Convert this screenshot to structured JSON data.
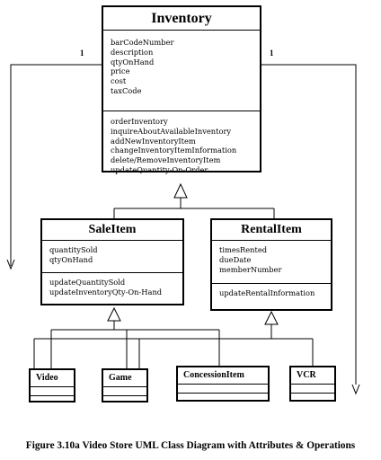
{
  "diagram": {
    "inventory": {
      "name": "Inventory",
      "attributes": [
        "barCodeNumber",
        "description",
        "qtyOnHand",
        "price",
        "cost",
        "taxCode"
      ],
      "operations": [
        "orderInventory",
        "inquireAboutAvailableInventory",
        "addNewInventoryItem",
        "changeInventoryItemInformation",
        "delete/RemoveInventoryItem",
        "updateQuantity-On-Order"
      ]
    },
    "sale_item": {
      "name": "SaleItem",
      "attributes": [
        "quantitySold",
        "qtyOnHand"
      ],
      "operations": [
        "updateQuantitySold",
        "updateInventoryQty-On-Hand"
      ]
    },
    "rental_item": {
      "name": "RentalItem",
      "attributes": [
        "timesRented",
        "dueDate",
        "memberNumber"
      ],
      "operations": [
        "updateRentalInformation"
      ]
    },
    "leaves": {
      "video": "Video",
      "game": "Game",
      "concession": "ConcessionItem",
      "vcr": "VCR"
    },
    "multiplicity_left": "1",
    "multiplicity_right": "1"
  },
  "caption": "Figure 3.10a Video Store UML Class Diagram with Attributes & Operations"
}
